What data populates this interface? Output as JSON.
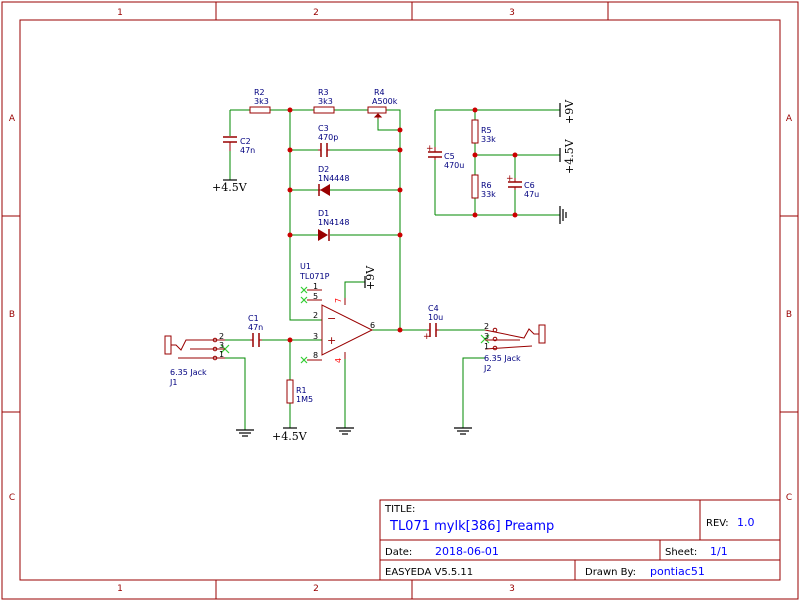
{
  "frame": {
    "columns": [
      "1",
      "2",
      "3"
    ],
    "rows": [
      "A",
      "B",
      "C"
    ]
  },
  "parts": {
    "r2": {
      "ref": "R2",
      "value": "3k3"
    },
    "r3": {
      "ref": "R3",
      "value": "3k3"
    },
    "r4": {
      "ref": "R4",
      "value": "A500k"
    },
    "c2": {
      "ref": "C2",
      "value": "47n"
    },
    "c3": {
      "ref": "C3",
      "value": "470p"
    },
    "d2": {
      "ref": "D2",
      "value": "1N4448"
    },
    "d1": {
      "ref": "D1",
      "value": "1N4148"
    },
    "r5": {
      "ref": "R5",
      "value": "33k"
    },
    "r6": {
      "ref": "R6",
      "value": "33k"
    },
    "c5": {
      "ref": "C5",
      "value": "470u"
    },
    "c6": {
      "ref": "C6",
      "value": "47u"
    },
    "u1": {
      "ref": "U1",
      "value": "TL071P"
    },
    "c1": {
      "ref": "C1",
      "value": "47n"
    },
    "c4": {
      "ref": "C4",
      "value": "10u"
    },
    "r1": {
      "ref": "R1",
      "value": "1M5"
    },
    "j1": {
      "ref": "J1",
      "value": "6.35 Jack"
    },
    "j2": {
      "ref": "J2",
      "value": "6.35 Jack"
    }
  },
  "pins": {
    "u1": [
      "1",
      "5",
      "2",
      "3",
      "8",
      "7",
      "4",
      "6"
    ],
    "j1": [
      "2",
      "3",
      "1"
    ],
    "j2": [
      "2",
      "3",
      "1"
    ]
  },
  "power": {
    "v45_c2": "+4.5V",
    "v45_r1": "+4.5V",
    "v9_u1": "+9V",
    "v9_rail": "+9V",
    "v45_rail": "+4.5V"
  },
  "title_block": {
    "title_label": "TITLE:",
    "title": "TL071 mylk[386] Preamp",
    "rev_label": "REV:",
    "rev": "1.0",
    "date_label": "Date:",
    "date": "2018-06-01",
    "sheet_label": "Sheet:",
    "sheet": "1/1",
    "tool": "EASYEDA V5.5.11",
    "drawn_label": "Drawn By:",
    "drawn_by": "pontiac51"
  },
  "colors": {
    "frame": "#990000",
    "wire": "#008800",
    "part": "#990000",
    "text_blue": "#0000ff",
    "pin_red": "#ff0000",
    "junction": "#cc0000",
    "noconnect": "#33cc33",
    "power_black": "#000000"
  }
}
